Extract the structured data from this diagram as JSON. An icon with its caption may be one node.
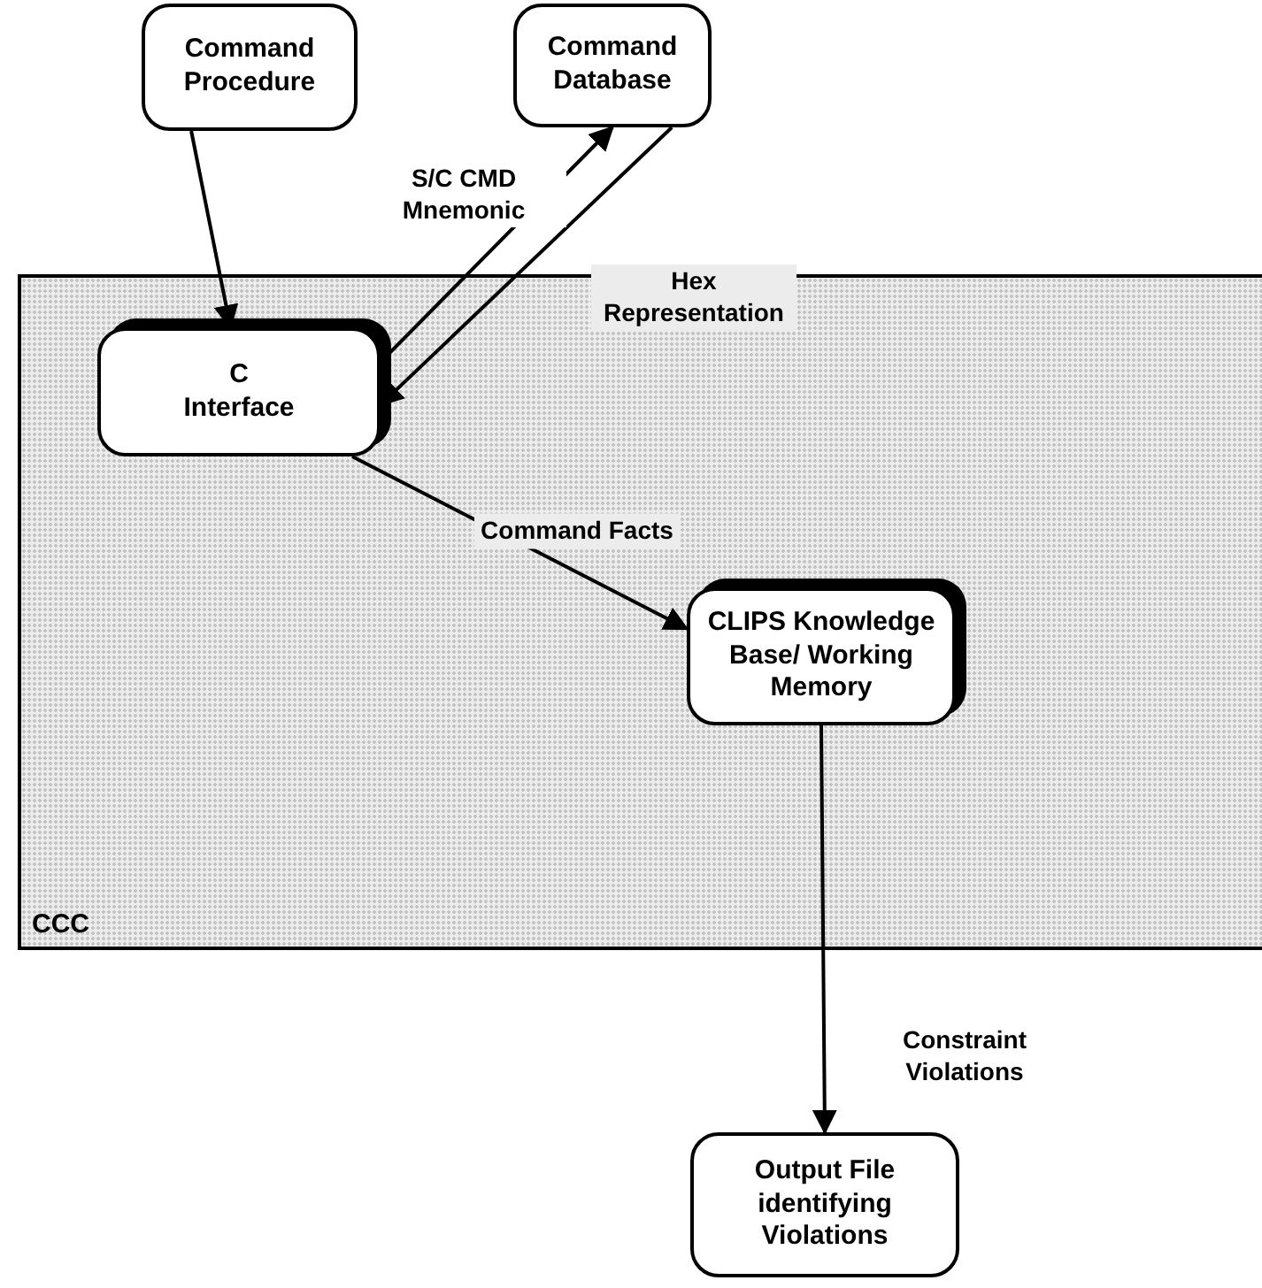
{
  "diagram": {
    "nodes": [
      {
        "text": [
          "Command Procedure"
        ]
      },
      {
        "text": [
          "Command Database"
        ]
      },
      {
        "text": [
          "CCC"
        ]
      },
      {
        "text": [
          "C Interface"
        ],
        "in": 2
      },
      {
        "text": [
          "CLIPS Knowledge Base/ Working Memory"
        ],
        "in": 2
      },
      {
        "text": [
          "Output File identifying Violations"
        ]
      }
    ],
    "edges": [
      {
        "from": 0,
        "to": 3,
        "arrow": "to"
      },
      {
        "from": 3,
        "to": 1,
        "arrow": "to",
        "label": "S/C CMD Mnemonic"
      },
      {
        "from": 1,
        "to": 3,
        "arrow": "to",
        "label": "Hex Representation"
      },
      {
        "from": 3,
        "to": 4,
        "arrow": "to",
        "label": "Command Facts"
      },
      {
        "from": 4,
        "to": 5,
        "arrow": "to",
        "label": "Constraint Violations"
      }
    ]
  }
}
